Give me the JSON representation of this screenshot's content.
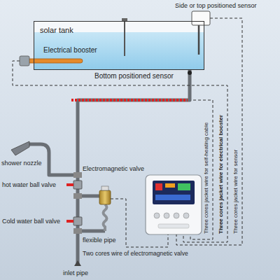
{
  "diagram": {
    "nodes": [
      {
        "text": [
          "solar tank"
        ]
      }
    ],
    "labels": [
      "Side or top positioned sensor",
      "Electrical booster",
      "Bottom positioned sensor",
      "Three cores jacket wire for self-heating cable",
      "Three cores jacket wire for electrical booster",
      "Three cores jacket wire for sensor",
      "shower nozzle",
      "hot water ball valve",
      "Electromagnetic valve",
      "Cold water ball valve",
      "flexible pipe",
      "Two cores wire of electromagnetic valve",
      "inlet pipe"
    ]
  }
}
